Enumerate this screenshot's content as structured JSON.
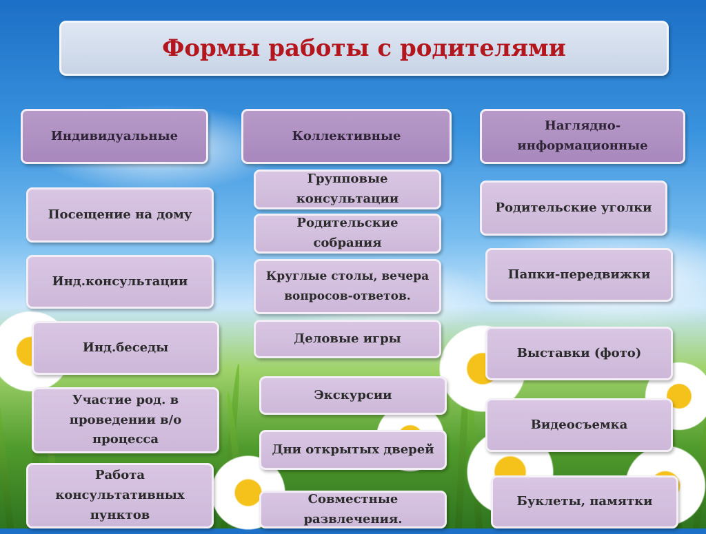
{
  "title": "Формы работы с родителями",
  "columns": [
    {
      "header": "Индивидуальные",
      "items": [
        "Посещение на дому",
        "Инд.консультации",
        "Инд.беседы",
        "Участие род. в проведении в/о процесса",
        "Работа консультативных пунктов"
      ]
    },
    {
      "header": "Коллективные",
      "items": [
        "Групповые консультации",
        "Родительские собрания",
        "Круглые столы, вечера вопросов-ответов.",
        "Деловые игры",
        "Экскурсии",
        "Дни открытых дверей",
        "Совместные развлечения."
      ]
    },
    {
      "header": "Наглядно-информационные",
      "items": [
        "Родительские уголки",
        "Папки-передвижки",
        "Выставки (фото)",
        "Видеосъемка",
        "Буклеты, памятки"
      ]
    }
  ]
}
